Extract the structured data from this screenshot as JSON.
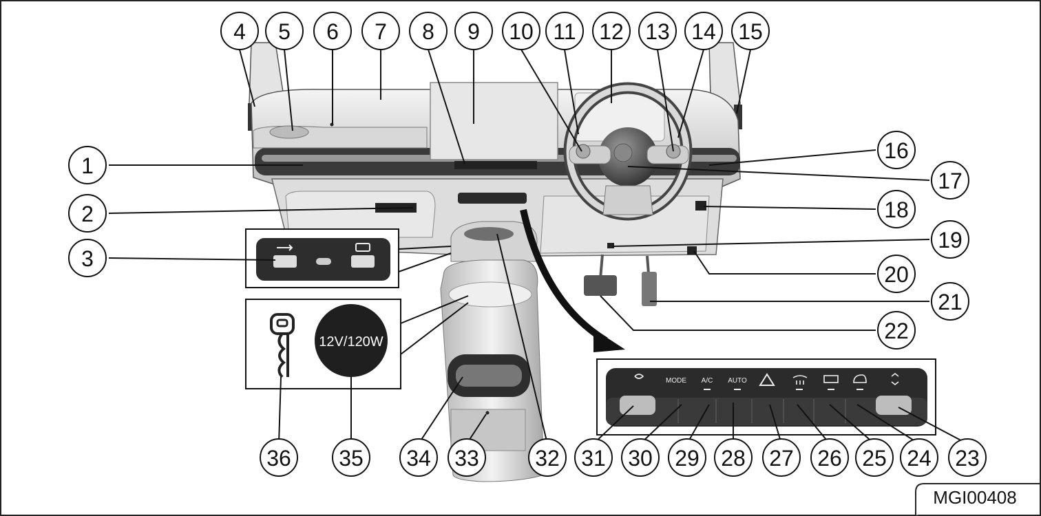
{
  "figure_code": "MGI00408",
  "socket_label": "12V/120W",
  "panel_labels": {
    "mode": "MODE",
    "ac": "A/C",
    "auto": "AUTO"
  },
  "callouts": [
    {
      "n": "1"
    },
    {
      "n": "2"
    },
    {
      "n": "3"
    },
    {
      "n": "4"
    },
    {
      "n": "5"
    },
    {
      "n": "6"
    },
    {
      "n": "7"
    },
    {
      "n": "8"
    },
    {
      "n": "9"
    },
    {
      "n": "10"
    },
    {
      "n": "11"
    },
    {
      "n": "12"
    },
    {
      "n": "13"
    },
    {
      "n": "14"
    },
    {
      "n": "15"
    },
    {
      "n": "16"
    },
    {
      "n": "17"
    },
    {
      "n": "18"
    },
    {
      "n": "19"
    },
    {
      "n": "20"
    },
    {
      "n": "21"
    },
    {
      "n": "22"
    },
    {
      "n": "23"
    },
    {
      "n": "24"
    },
    {
      "n": "25"
    },
    {
      "n": "26"
    },
    {
      "n": "27"
    },
    {
      "n": "28"
    },
    {
      "n": "29"
    },
    {
      "n": "30"
    },
    {
      "n": "31"
    },
    {
      "n": "32"
    },
    {
      "n": "33"
    },
    {
      "n": "34"
    },
    {
      "n": "35"
    },
    {
      "n": "36"
    }
  ],
  "colors": {
    "line": "#111111",
    "panel": "#2b2b2b",
    "car_light": "#eeeeee",
    "car_mid": "#cfcfcf",
    "car_dark": "#6b6b6b"
  }
}
